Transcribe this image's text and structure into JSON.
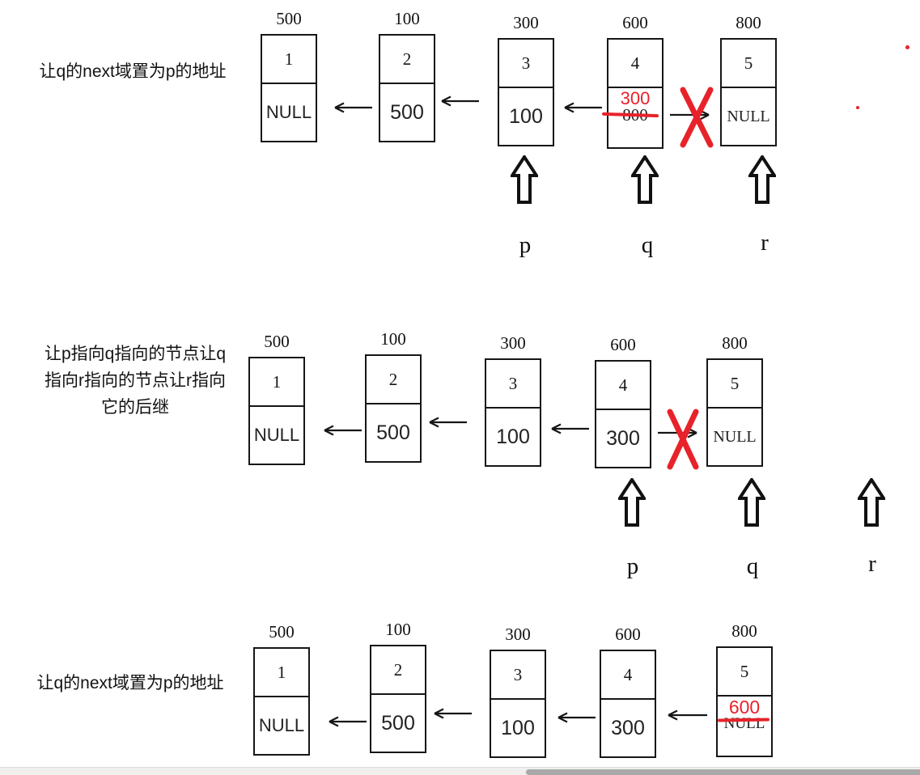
{
  "colors": {
    "ink": "#161616",
    "highlight_red": "#e8222a"
  },
  "rows": [
    {
      "caption_lines": [
        "让q的next域置为p的地址"
      ],
      "pointer_labels": [
        "p",
        "q",
        "r"
      ],
      "nodes": [
        {
          "address": "500",
          "value": "1",
          "next": "NULL"
        },
        {
          "address": "100",
          "value": "2",
          "next": "500"
        },
        {
          "address": "300",
          "value": "3",
          "next": "100"
        },
        {
          "address": "600",
          "value": "4",
          "next_new": "300",
          "next_old": "800"
        },
        {
          "address": "800",
          "value": "5",
          "next": "NULL"
        }
      ]
    },
    {
      "caption_lines": [
        "让p指向q指向的节点让q",
        "指向r指向的节点让r指向",
        "它的后继"
      ],
      "pointer_labels": [
        "p",
        "q",
        "r"
      ],
      "nodes": [
        {
          "address": "500",
          "value": "1",
          "next": "NULL"
        },
        {
          "address": "100",
          "value": "2",
          "next": "500"
        },
        {
          "address": "300",
          "value": "3",
          "next": "100"
        },
        {
          "address": "600",
          "value": "4",
          "next": "300"
        },
        {
          "address": "800",
          "value": "5",
          "next": "NULL"
        }
      ]
    },
    {
      "caption_lines": [
        "让q的next域置为p的地址"
      ],
      "pointer_labels": [],
      "nodes": [
        {
          "address": "500",
          "value": "1",
          "next": "NULL"
        },
        {
          "address": "100",
          "value": "2",
          "next": "500"
        },
        {
          "address": "300",
          "value": "3",
          "next": "100"
        },
        {
          "address": "600",
          "value": "4",
          "next": "300"
        },
        {
          "address": "800",
          "value": "5",
          "next_new": "600",
          "next_old": "NULL"
        }
      ]
    }
  ]
}
